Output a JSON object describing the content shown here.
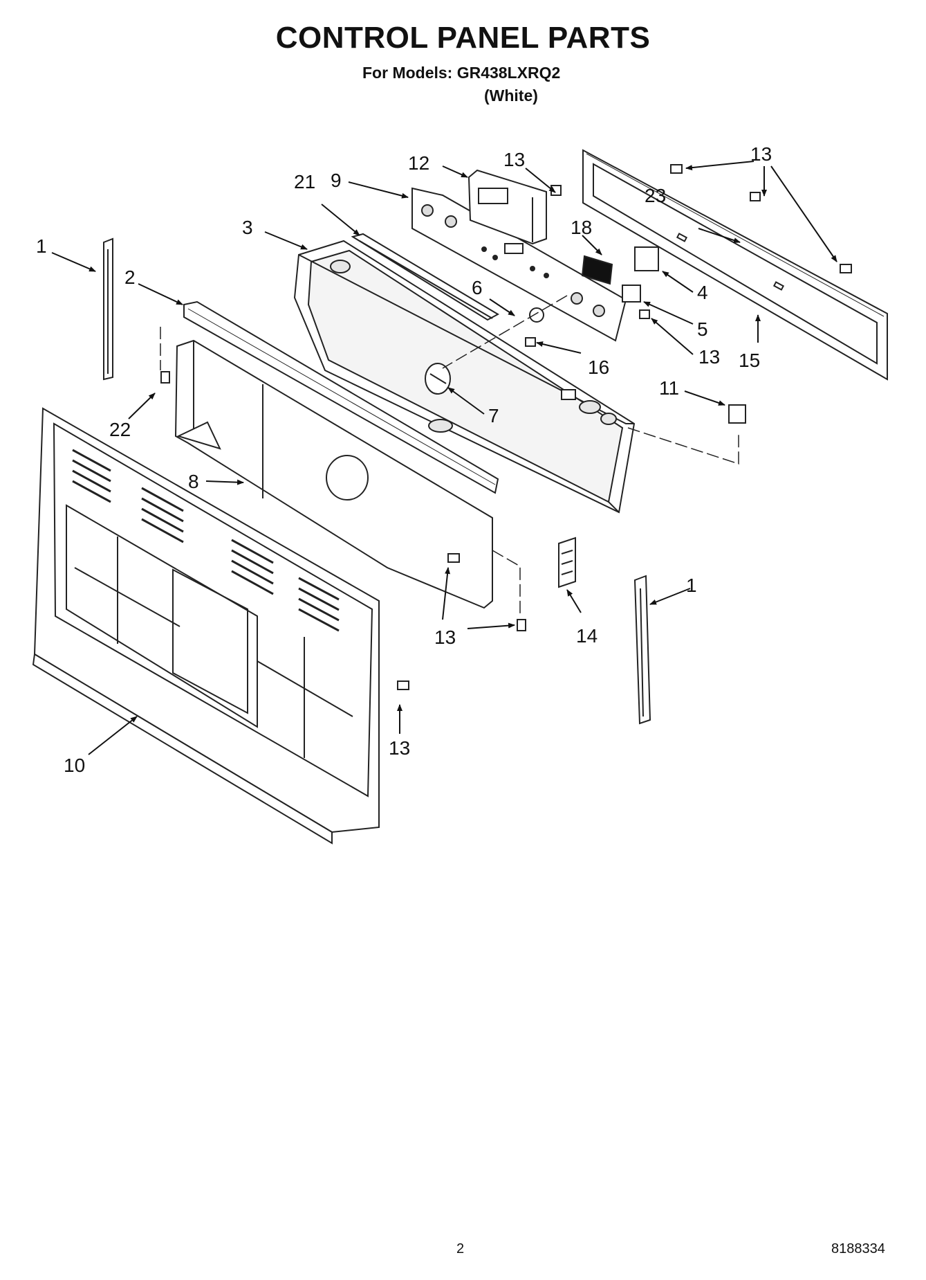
{
  "header": {
    "title": "CONTROL PANEL PARTS",
    "models": "For Models: GR438LXRQ2",
    "color_variant": "(White)"
  },
  "callouts": [
    {
      "id": "c1a",
      "label": "1"
    },
    {
      "id": "c1b",
      "label": "1"
    },
    {
      "id": "c2",
      "label": "2"
    },
    {
      "id": "c3",
      "label": "3"
    },
    {
      "id": "c4",
      "label": "4"
    },
    {
      "id": "c5",
      "label": "5"
    },
    {
      "id": "c6",
      "label": "6"
    },
    {
      "id": "c7",
      "label": "7"
    },
    {
      "id": "c8",
      "label": "8"
    },
    {
      "id": "c9",
      "label": "9"
    },
    {
      "id": "c10",
      "label": "10"
    },
    {
      "id": "c11",
      "label": "11"
    },
    {
      "id": "c12",
      "label": "12"
    },
    {
      "id": "c13a",
      "label": "13"
    },
    {
      "id": "c13b",
      "label": "13"
    },
    {
      "id": "c13c",
      "label": "13"
    },
    {
      "id": "c13d",
      "label": "13"
    },
    {
      "id": "c13e",
      "label": "13"
    },
    {
      "id": "c14",
      "label": "14"
    },
    {
      "id": "c15",
      "label": "15"
    },
    {
      "id": "c16",
      "label": "16"
    },
    {
      "id": "c18",
      "label": "18"
    },
    {
      "id": "c21",
      "label": "21"
    },
    {
      "id": "c22",
      "label": "22"
    },
    {
      "id": "c23",
      "label": "23"
    }
  ],
  "footer": {
    "page_number": "2",
    "document_number": "8188334"
  }
}
